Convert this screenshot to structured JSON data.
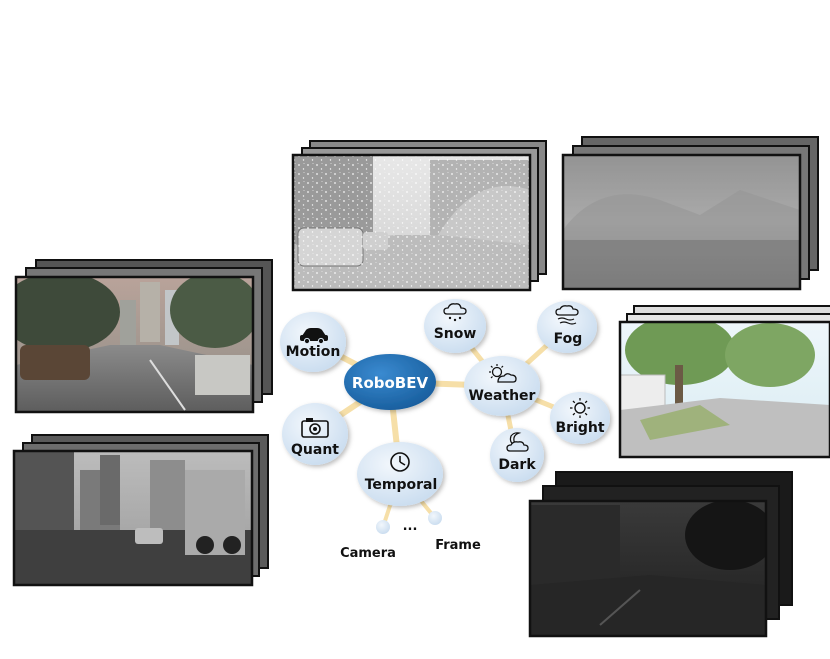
{
  "hub": {
    "label": "RoboBEV",
    "color": "#1f6fb5"
  },
  "nodes": {
    "motion": "Motion",
    "quant": "Quant",
    "temporal": "Temporal",
    "weather": "Weather",
    "snow": "Snow",
    "fog": "Fog",
    "bright": "Bright",
    "dark": "Dark"
  },
  "temporal_children": {
    "camera": "Camera",
    "frame": "Frame",
    "ellipsis": "..."
  },
  "icons": {
    "motion": "car-icon",
    "quant": "camera-icon",
    "temporal": "clock-icon",
    "weather": "sun-cloud-icon",
    "snow": "snow-cloud-icon",
    "fog": "fog-cloud-icon",
    "bright": "sun-icon",
    "dark": "moon-cloud-icon"
  },
  "colors": {
    "node_fill": "#dce8f5",
    "connector": "#f6dfa8",
    "frame_border": "#111111"
  },
  "images": {
    "motion_blur_stack": "street-scene-motion-blur",
    "quantization_stack": "street-scene-color-quantization",
    "snow_stack": "street-scene-snow",
    "fog_stack": "street-scene-fog",
    "bright_stack": "street-scene-bright",
    "dark_stack": "street-scene-dark"
  }
}
